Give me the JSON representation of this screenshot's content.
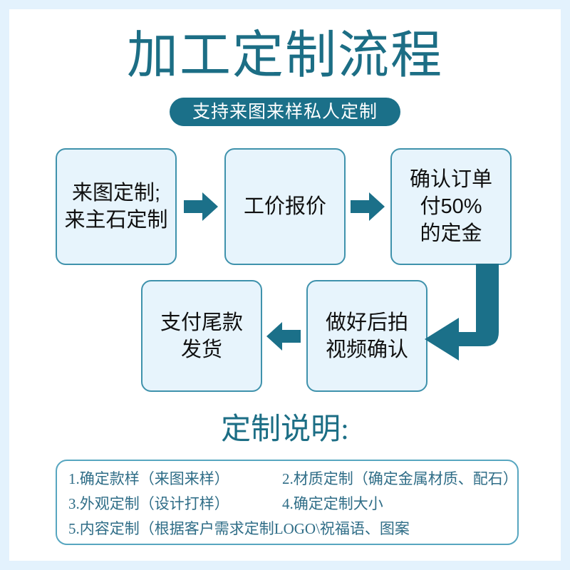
{
  "page": {
    "frame_color": "#e3f2fd",
    "background": "#ffffff",
    "accent_color": "#1b7089",
    "box_fill": "#e7f4fc",
    "box_border": "#3f92ac",
    "title_color": "#1c6e85"
  },
  "header": {
    "title": "加工定制流程",
    "subtitle_pill": "支持来图来样私人定制"
  },
  "flow": {
    "steps": [
      {
        "id": 1,
        "label": "来图定制;\n来主石定制"
      },
      {
        "id": 2,
        "label": "工价报价"
      },
      {
        "id": 3,
        "label": "确认订单\n付50%\n的定金"
      },
      {
        "id": 4,
        "label": "支付尾款\n发货"
      },
      {
        "id": 5,
        "label": "做好后拍\n视频确认"
      }
    ],
    "connectors": [
      {
        "name": "arrow-step1-to-step2",
        "direction": "right"
      },
      {
        "name": "arrow-step2-to-step3",
        "direction": "right"
      },
      {
        "name": "arrow-step3-to-step5",
        "direction": "elbow-down-left"
      },
      {
        "name": "arrow-step5-to-step4",
        "direction": "left"
      }
    ]
  },
  "notes": {
    "heading": "定制说明:",
    "rows": [
      {
        "left": "1.确定款样（来图来样）",
        "right": "2.材质定制（确定金属材质、配石）"
      },
      {
        "left": "3.外观定制（设计打样）",
        "right": "4.确定定制大小"
      }
    ],
    "last_line": "5.内容定制（根据客户需求定制LOGO\\祝福语、图案"
  }
}
